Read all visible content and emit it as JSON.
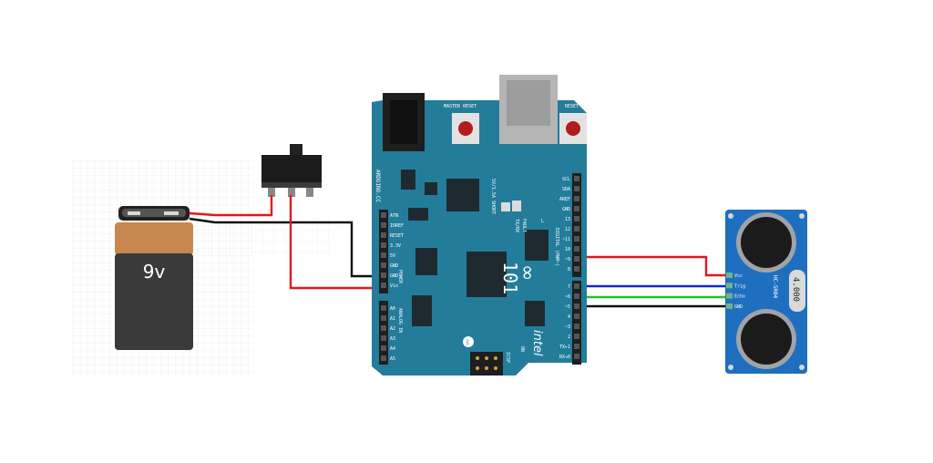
{
  "battery": {
    "label": "9v"
  },
  "board": {
    "top_labels": {
      "master_reset": "MASTER RESET",
      "reset": "RESET"
    },
    "vertical_brand": "ARDUINO.CC",
    "model": "101",
    "left_power_pins": [
      "ATN",
      "IOREF",
      "RESET",
      "3.3V",
      "5V",
      "GND",
      "GND",
      "Vin"
    ],
    "power_section": "POWER",
    "analog_section": "ANALOG IN",
    "analog_pins": [
      "A0",
      "A1",
      "A2",
      "A3",
      "A4",
      "A5"
    ],
    "right_top_pins": [
      "SCL",
      "SDA",
      "AREF",
      "GND",
      "13",
      "12",
      "~11",
      "10",
      "~9",
      "8"
    ],
    "right_bottom_pins": [
      "7",
      "~6",
      "~5",
      "4",
      "~3",
      "2",
      "TX▸1",
      "RX◂0"
    ],
    "digital_section": "DIGITAL (PWM~)",
    "led_labels": {
      "l": "L",
      "txrx": "TX/RX",
      "fault": "FAULT",
      "on": "ON"
    },
    "misc": {
      "icsp": "ICSP",
      "intel": "intel",
      "fuse": "5V/1.5A SHORT"
    }
  },
  "sensor": {
    "pins": [
      "Vcc",
      "Trig",
      "Echo",
      "GND"
    ],
    "model": "HC-SR04",
    "crystal": "4.000"
  },
  "colors": {
    "board": "#237d9a",
    "sensor": "#1e6fc0",
    "wire_red": "#e8141b",
    "wire_black": "#111111",
    "wire_blue": "#1a22d0",
    "wire_green": "#22c41c",
    "battery_top": "#c8874f",
    "battery_body": "#3a3a3a"
  }
}
